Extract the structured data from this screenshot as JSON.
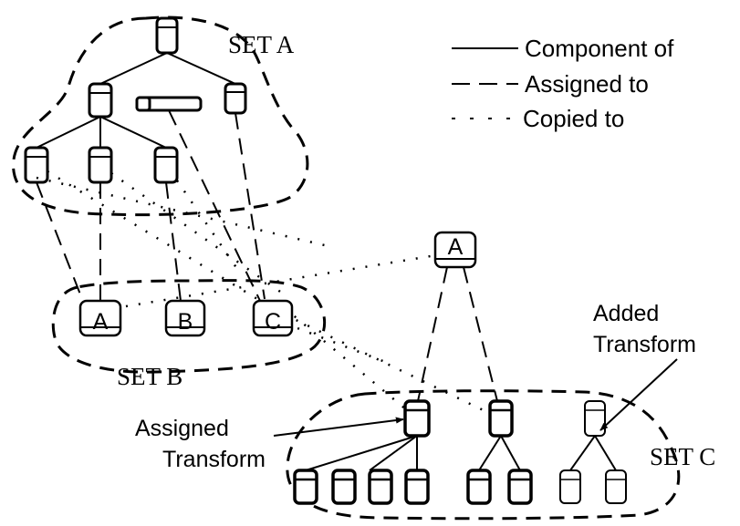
{
  "sets": {
    "a": "SET A",
    "b": "SET B",
    "c": "SET C"
  },
  "legend": {
    "component": "Component of",
    "assigned": "Assigned to",
    "copied": "Copied to"
  },
  "nodes": {
    "b_a": "A",
    "b_b": "B",
    "b_c": "C",
    "standalone_a": "A"
  },
  "annotations": {
    "added_line1": "Added",
    "added_line2": "Transform",
    "assigned_line1": "Assigned",
    "assigned_line2": "Transform"
  },
  "colors": {
    "ink": "#000000",
    "paper": "#ffffff"
  }
}
